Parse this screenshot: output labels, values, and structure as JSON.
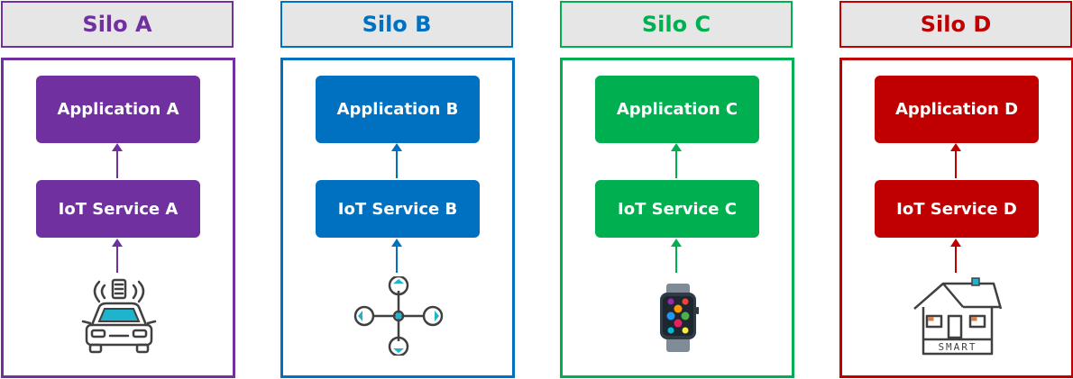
{
  "silos": [
    {
      "title": "Silo A",
      "application": "Application A",
      "service": "IoT Service A",
      "device_icon": "connected-car-icon",
      "color": "#7030a0"
    },
    {
      "title": "Silo B",
      "application": "Application B",
      "service": "IoT Service B",
      "device_icon": "drone-icon",
      "color": "#0070c0"
    },
    {
      "title": "Silo C",
      "application": "Application C",
      "service": "IoT Service C",
      "device_icon": "smartwatch-icon",
      "color": "#00b050"
    },
    {
      "title": "Silo D",
      "application": "Application D",
      "service": "IoT Service D",
      "device_icon": "smart-home-icon",
      "color": "#c00000",
      "device_label": "SMART"
    }
  ]
}
